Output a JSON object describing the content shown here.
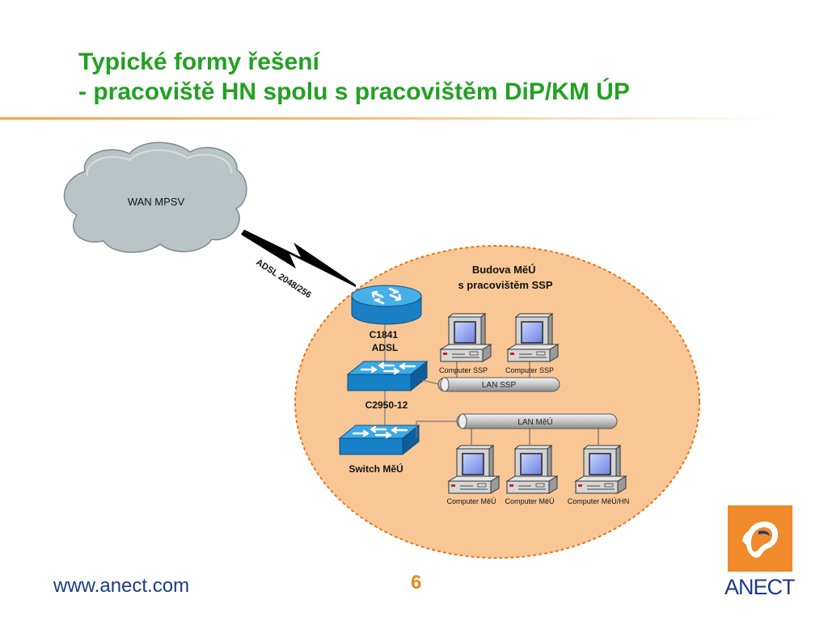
{
  "slide": {
    "title_line1": "Typické formy řešení",
    "title_line2": "- pracoviště HN spolu s pracovištěm DiP/KM ÚP",
    "page_number": "6",
    "footer_url": "www.anect.com",
    "logo_text": "ANECT"
  },
  "diagram": {
    "wan_label": "WAN MPSV",
    "link_label": "ADSL 2048/256",
    "building_label_line1": "Budova MěÚ",
    "building_label_line2": "s pracovištěm SSP",
    "router_label_line1": "C1841",
    "router_label_line2": "ADSL",
    "switch1_label": "C2950-12",
    "switch2_label": "Switch MěÚ",
    "lan_ssp_label": "LAN SSP",
    "lan_meu_label": "LAN MěÚ",
    "computer_labels": [
      "Computer SSP",
      "Computer SSP",
      "Computer MěÚ",
      "Computer MěÚ",
      "Computer MěÚ/HN"
    ]
  },
  "colors": {
    "title": "#22a122",
    "accent_orange": "#f08a2a",
    "footer_blue": "#1c3a86",
    "page_number": "#e08a1e",
    "cloud": "#b9c4c7",
    "building_fill": "#f9c796",
    "cisco_blue": "#1b8fd2"
  }
}
